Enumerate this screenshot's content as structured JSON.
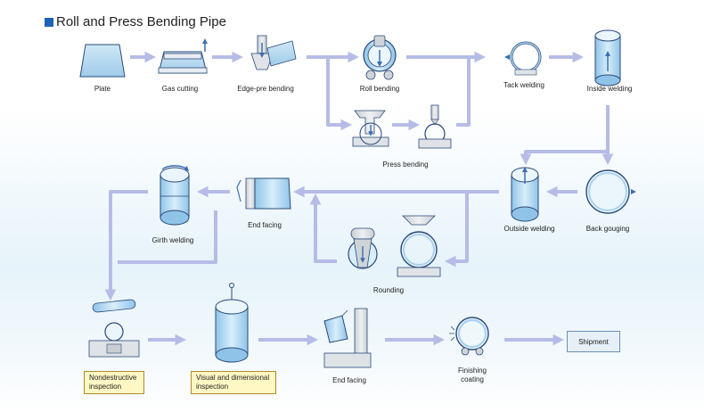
{
  "title": "Roll and Press Bending Pipe",
  "steps": {
    "plate": "Plate",
    "gas_cutting": "Gas cutting",
    "edge_pre_bending": "Edge-pre bending",
    "roll_bending": "Roll bending",
    "tack_welding": "Tack welding",
    "inside_welding": "Inside welding",
    "press_bending": "Press bending",
    "outside_welding": "Outside welding",
    "back_gouging": "Back gouging",
    "end_facing_top": "End facing",
    "girth_welding": "Girth welding",
    "rounding": "Rounding",
    "nondestructive_line1": "Nondestructive",
    "nondestructive_line2": "inspection",
    "visual_line1": "Visual and dimensional",
    "visual_line2": "inspection",
    "end_facing_bottom": "End facing",
    "finishing_line1": "Finishing",
    "finishing_line2": "coating",
    "shipment": "Shipment"
  },
  "colors": {
    "title_square": "#1f62b6",
    "arrow": "#b6bce6",
    "pipe_fill": "#a9d2ee",
    "pipe_stroke": "#2a4a7a",
    "machine": "#dfe3e7",
    "highlight_box": "#fff8c4",
    "shipment_box": "#e7f0f8"
  }
}
